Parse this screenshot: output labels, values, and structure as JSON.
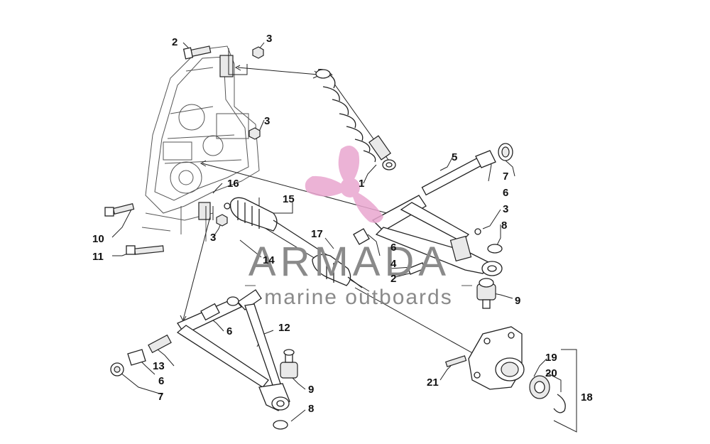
{
  "watermark": {
    "brand": "ARMADA",
    "tagline": "marine outboards",
    "color_logo": "#e9a6cf",
    "color_text": "#8a8a8a"
  },
  "callouts": {
    "c1": "1",
    "c2a": "2",
    "c2b": "2",
    "c3a": "3",
    "c3b": "3",
    "c3c": "3",
    "c3d": "3",
    "c4": "4",
    "c5": "5",
    "c6a": "6",
    "c6b": "6",
    "c6c": "6",
    "c6d": "6",
    "c7a": "7",
    "c7b": "7",
    "c8a": "8",
    "c8b": "8",
    "c9a": "9",
    "c9b": "9",
    "c10": "10",
    "c11": "11",
    "c12": "12",
    "c13": "13",
    "c14": "14",
    "c15": "15",
    "c16": "16",
    "c17": "17",
    "c18": "18",
    "c19": "19",
    "c20": "20",
    "c21": "21"
  }
}
